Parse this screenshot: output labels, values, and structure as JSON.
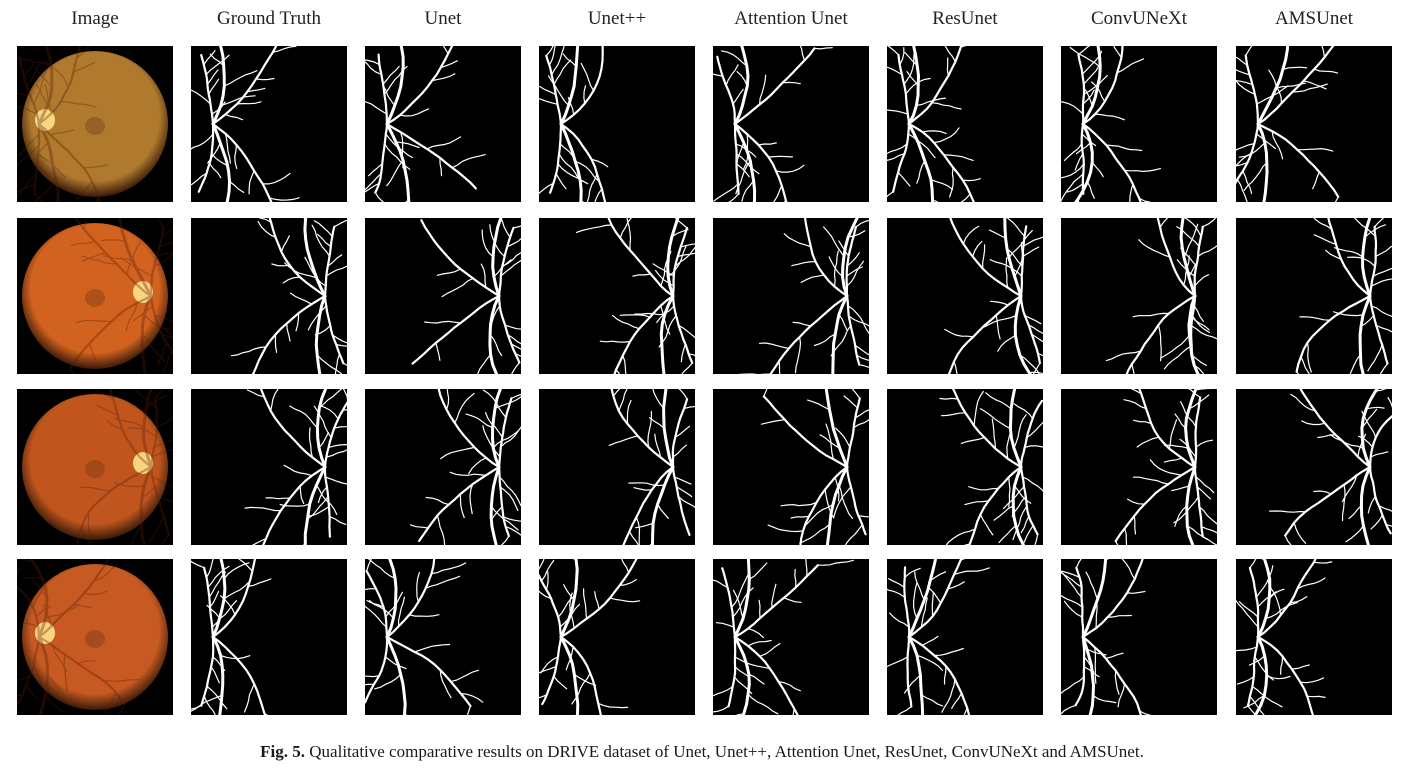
{
  "columns": [
    "Image",
    "Ground Truth",
    "Unet",
    "Unet++",
    "Attention Unet",
    "ResUnet",
    "ConvUNeXt",
    "AMSUnet"
  ],
  "rows": [
    {
      "disc_side": "left",
      "fundus_color": "#b07a2e"
    },
    {
      "disc_side": "right",
      "fundus_color": "#d2621f"
    },
    {
      "disc_side": "right",
      "fundus_color": "#c0561e"
    },
    {
      "disc_side": "left",
      "fundus_color": "#c65a22"
    }
  ],
  "caption": {
    "label": "Fig. 5.",
    "text": "Qualitative comparative results on DRIVE dataset of Unet, Unet++, Attention Unet, ResUnet, ConvUNeXt and AMSUnet."
  }
}
